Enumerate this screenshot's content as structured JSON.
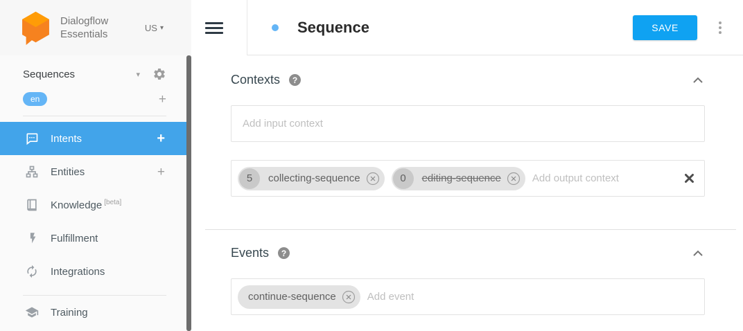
{
  "colors": {
    "accent_blue": "#0fa2f2",
    "active_item_blue": "#42a4ea",
    "badge_blue": "#64b5f6",
    "logo_orange_dark": "#F6821F",
    "logo_orange_light": "#FF9C07",
    "chip_gray": "#e3e3e3"
  },
  "icons": {
    "add": "+",
    "caret_down": "▾",
    "help": "?"
  },
  "sidebar": {
    "logo": {
      "line1": "Dialogflow",
      "line2": "Essentials"
    },
    "region": "US",
    "agent": {
      "name": "Sequences",
      "language": "en"
    },
    "items": [
      {
        "label": "Intents",
        "icon": "chat-bubble-icon",
        "active": true,
        "has_add": true
      },
      {
        "label": "Entities",
        "icon": "org-chart-icon",
        "active": false,
        "has_add": true
      },
      {
        "label": "Knowledge",
        "badge": "[beta]",
        "icon": "book-icon",
        "active": false
      },
      {
        "label": "Fulfillment",
        "icon": "lightning-icon",
        "active": false
      },
      {
        "label": "Integrations",
        "icon": "sync-arrows-icon",
        "active": false
      },
      {
        "label": "Training",
        "icon": "graduation-cap-icon",
        "active": false
      }
    ]
  },
  "header": {
    "title": "Sequence",
    "save_label": "SAVE"
  },
  "contexts": {
    "heading": "Contexts",
    "input_placeholder": "Add input context",
    "output_placeholder": "Add output context",
    "output_chips": [
      {
        "lifespan": "5",
        "name": "collecting-sequence",
        "strikethrough": false
      },
      {
        "lifespan": "0",
        "name": "editing-sequence",
        "strikethrough": true
      }
    ]
  },
  "events": {
    "heading": "Events",
    "placeholder": "Add event",
    "chips": [
      {
        "name": "continue-sequence"
      }
    ]
  }
}
